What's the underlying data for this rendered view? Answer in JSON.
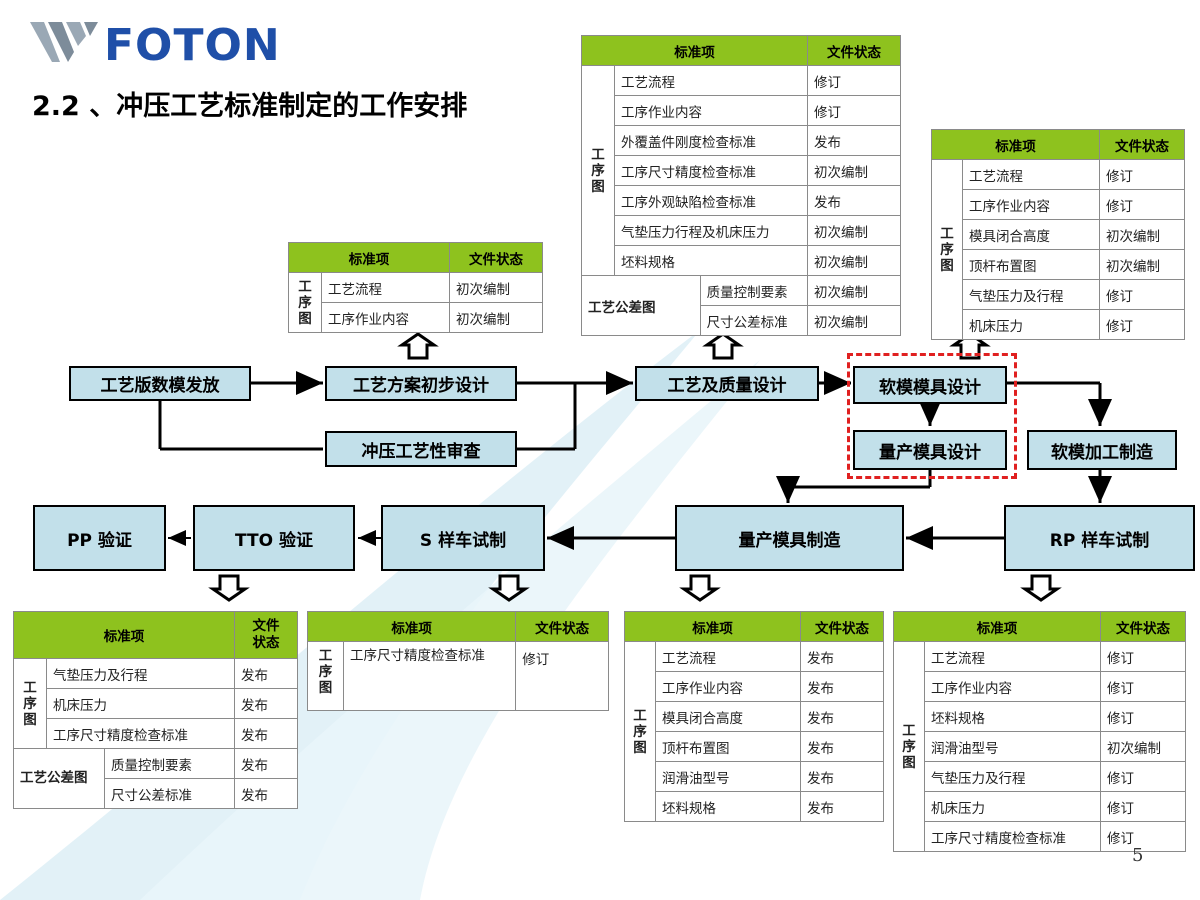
{
  "logo": {
    "text": "FOTON",
    "brand_color": "#1f4fa8"
  },
  "title": "2.2 、冲压工艺标准制定的工作安排",
  "page_number": "5",
  "headers": {
    "item": "标准项",
    "status": "文件状态",
    "status_wrapped": "文件\n状态"
  },
  "groups": {
    "process_diagram": "工序图",
    "tolerance_diagram": "工艺公差图"
  },
  "flow": {
    "b1": "工艺版数模发放",
    "b2": "工艺方案初步设计",
    "b3": "冲压工艺性审查",
    "b4": "工艺及质量设计",
    "b5": "软模模具设计",
    "b6": "量产模具设计",
    "b7": "软模加工制造",
    "b8": "RP 样车试制",
    "b9": "量产模具制造",
    "b10": "S 样车试制",
    "b11": "TTO 验证",
    "b12": "PP 验证"
  },
  "table_a": {
    "rows": [
      {
        "item": "工艺流程",
        "status": "初次编制"
      },
      {
        "item": "工序作业内容",
        "status": "初次编制"
      }
    ]
  },
  "table_b": {
    "rows": [
      {
        "item": "工艺流程",
        "status": "修订"
      },
      {
        "item": "工序作业内容",
        "status": "修订"
      },
      {
        "item": "外覆盖件刚度检查标准",
        "status": "发布"
      },
      {
        "item": "工序尺寸精度检查标准",
        "status": "初次编制"
      },
      {
        "item": "工序外观缺陷检查标准",
        "status": "发布"
      },
      {
        "item": "气垫压力行程及机床压力",
        "status": "初次编制"
      },
      {
        "item": "坯料规格",
        "status": "初次编制"
      }
    ],
    "tol_rows": [
      {
        "item": "质量控制要素",
        "status": "初次编制"
      },
      {
        "item": "尺寸公差标准",
        "status": "初次编制"
      }
    ]
  },
  "table_c": {
    "rows": [
      {
        "item": "工艺流程",
        "status": "修订"
      },
      {
        "item": "工序作业内容",
        "status": "修订"
      },
      {
        "item": "模具闭合高度",
        "status": "初次编制"
      },
      {
        "item": "顶杆布置图",
        "status": "初次编制"
      },
      {
        "item": "气垫压力及行程",
        "status": "修订"
      },
      {
        "item": "机床压力",
        "status": "修订"
      }
    ]
  },
  "table_d": {
    "rows": [
      {
        "item": "气垫压力及行程",
        "status": "发布"
      },
      {
        "item": "机床压力",
        "status": "发布"
      },
      {
        "item": "工序尺寸精度检查标准",
        "status": "发布"
      }
    ],
    "tol_rows": [
      {
        "item": "质量控制要素",
        "status": "发布"
      },
      {
        "item": "尺寸公差标准",
        "status": "发布"
      }
    ]
  },
  "table_e": {
    "rows": [
      {
        "item": "工序尺寸精度检查标准",
        "status": "修订"
      }
    ]
  },
  "table_f": {
    "rows": [
      {
        "item": "工艺流程",
        "status": "发布"
      },
      {
        "item": "工序作业内容",
        "status": "发布"
      },
      {
        "item": "模具闭合高度",
        "status": "发布"
      },
      {
        "item": "顶杆布置图",
        "status": "发布"
      },
      {
        "item": "润滑油型号",
        "status": "发布"
      },
      {
        "item": "坯料规格",
        "status": "发布"
      }
    ]
  },
  "table_g": {
    "rows": [
      {
        "item": "工艺流程",
        "status": "修订"
      },
      {
        "item": "工序作业内容",
        "status": "修订"
      },
      {
        "item": "坯料规格",
        "status": "修订"
      },
      {
        "item": "润滑油型号",
        "status": "初次编制"
      },
      {
        "item": "气垫压力及行程",
        "status": "修订"
      },
      {
        "item": "机床压力",
        "status": "修订"
      },
      {
        "item": "工序尺寸精度检查标准",
        "status": "修订"
      }
    ]
  }
}
